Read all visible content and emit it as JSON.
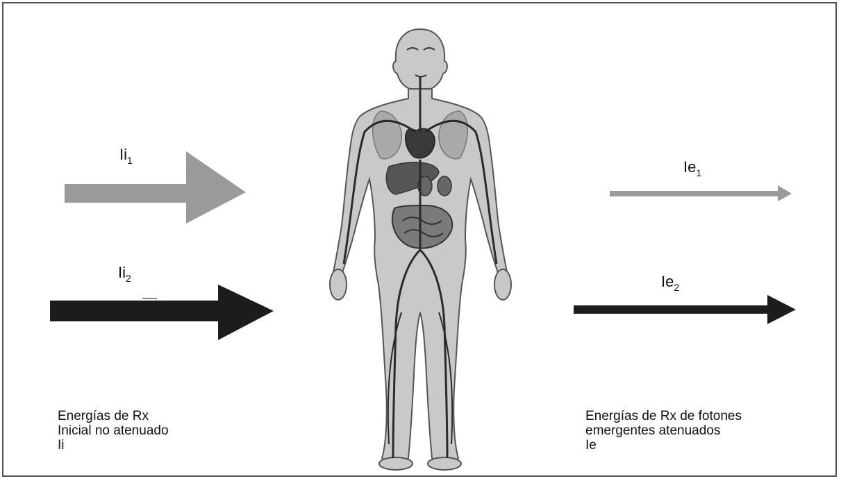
{
  "incident": {
    "beam1": {
      "label": "Ii",
      "sub": "1"
    },
    "beam2": {
      "label": "Ii",
      "sub": "2"
    },
    "caption": [
      "Energías de Rx",
      "Inicial no atenuado",
      "Ii"
    ]
  },
  "emergent": {
    "beam1": {
      "label": "Ie",
      "sub": "1"
    },
    "beam2": {
      "label": "Ie",
      "sub": "2"
    },
    "caption": [
      "Energías de Rx de fotones",
      "emergentes atenuados",
      "Ie"
    ]
  },
  "colors": {
    "beam1": "#9a9a9a",
    "beam2": "#1c1c1c",
    "body": "#c9c9c9",
    "outline": "#555555",
    "organs": "#5a5a5a",
    "vessels": "#2a2a2a"
  }
}
